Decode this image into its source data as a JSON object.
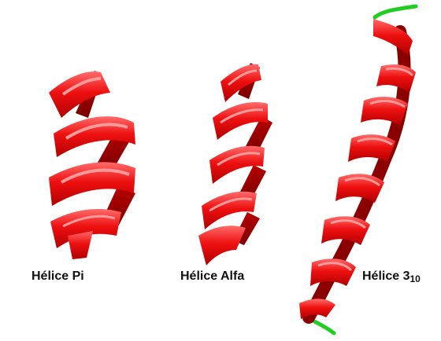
{
  "labels": {
    "pi": "Hélice Pi",
    "alfa": "Hélice Alfa",
    "three_ten_main": "Hélice 3",
    "three_ten_sub": "10"
  },
  "colors": {
    "helix": "#dd0000",
    "helix_dark": "#8a0000",
    "helix_light": "#ff5a5a",
    "terminus": "#22cc22"
  }
}
